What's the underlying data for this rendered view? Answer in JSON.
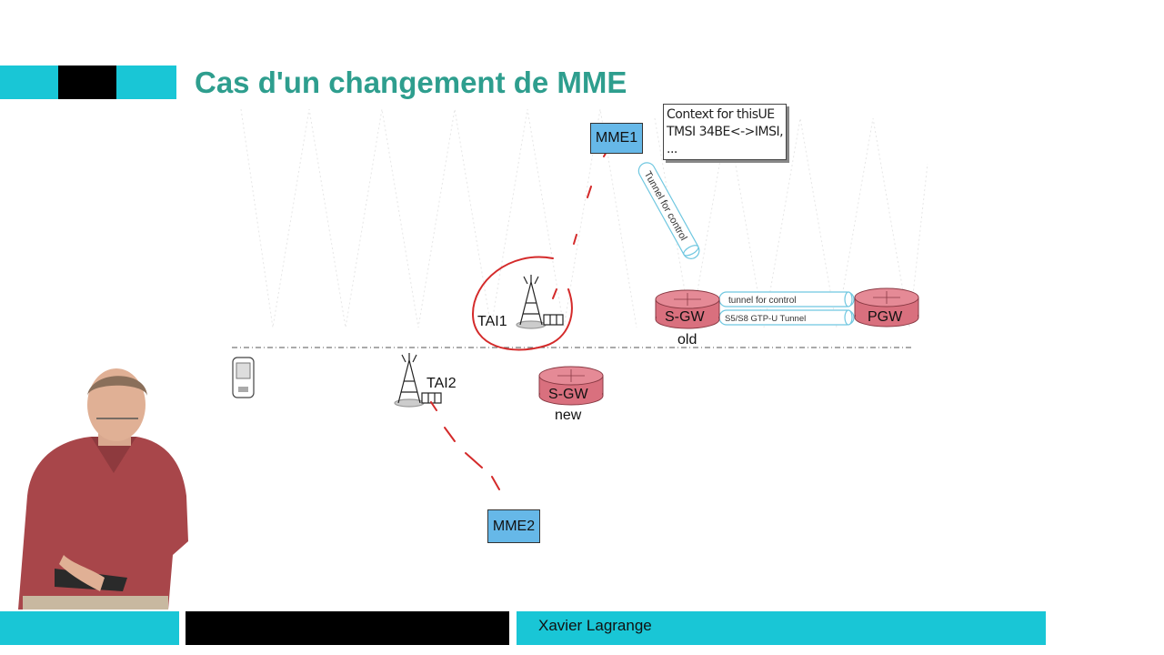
{
  "slide": {
    "title": "Cas d'un changement de MME",
    "presenter": "Xavier Lagrange"
  },
  "diagram": {
    "mme1": "MME1",
    "mme2": "MME2",
    "context_note": [
      "Context for thisUE",
      "TMSI 34BE<->IMSI,",
      "..."
    ],
    "control_tunnel_label": "Tunnel for control",
    "sgw_old": "S-GW",
    "sgw_old_tag": "old",
    "sgw_new": "S-GW",
    "sgw_new_tag": "new",
    "pgw": "PGW",
    "tunnel_control_label": "tunnel for control",
    "gtpu_tunnel_label": "S5/S8 GTP-U Tunnel",
    "tai1": "TAI1",
    "tai2": "TAI2"
  },
  "colors": {
    "accent_cyan": "#19c6d6",
    "title_teal": "#2e9e8e",
    "mme_blue": "#66b8e8",
    "gateway_pink": "#d9707e",
    "annotation_red": "#d42a2a"
  }
}
